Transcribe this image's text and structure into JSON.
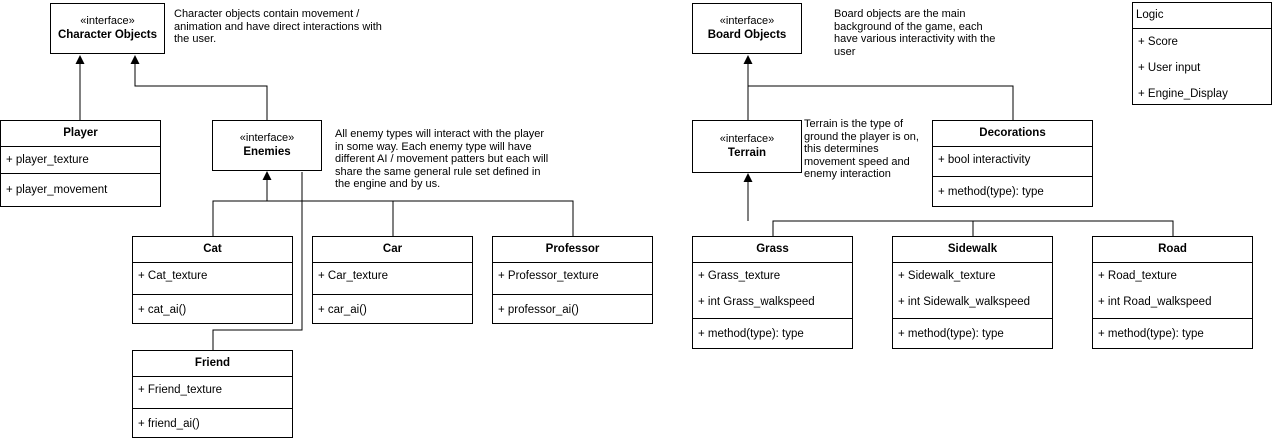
{
  "stereotype": "«interface»",
  "character_objects": {
    "name": "Character Objects"
  },
  "enemies": {
    "name": "Enemies"
  },
  "board_objects": {
    "name": "Board Objects"
  },
  "terrain": {
    "name": "Terrain"
  },
  "player": {
    "name": "Player",
    "attributes": [
      "+ player_texture"
    ],
    "methods": [
      "+ player_movement"
    ]
  },
  "cat": {
    "name": "Cat",
    "attributes": [
      "+ Cat_texture"
    ],
    "methods": [
      "+ cat_ai()"
    ]
  },
  "car": {
    "name": "Car",
    "attributes": [
      "+ Car_texture"
    ],
    "methods": [
      "+ car_ai()"
    ]
  },
  "professor": {
    "name": "Professor",
    "attributes": [
      "+ Professor_texture"
    ],
    "methods": [
      "+ professor_ai()"
    ]
  },
  "friend": {
    "name": "Friend",
    "attributes": [
      "+ Friend_texture"
    ],
    "methods": [
      "+ friend_ai()"
    ]
  },
  "decorations": {
    "name": "Decorations",
    "attributes": [
      "+ bool interactivity"
    ],
    "methods": [
      "+ method(type): type"
    ]
  },
  "grass": {
    "name": "Grass",
    "attributes": [
      "+ Grass_texture",
      "+ int Grass_walkspeed"
    ],
    "methods": [
      "+ method(type): type"
    ]
  },
  "sidewalk": {
    "name": "Sidewalk",
    "attributes": [
      "+ Sidewalk_texture",
      "+ int Sidewalk_walkspeed"
    ],
    "methods": [
      "+ method(type): type"
    ]
  },
  "road": {
    "name": "Road",
    "attributes": [
      "+ Road_texture",
      "+ int Road_walkspeed"
    ],
    "methods": [
      "+ method(type): type"
    ]
  },
  "logic": {
    "title": "Logic",
    "items": [
      "+ Score",
      "+ User input",
      "+ Engine_Display"
    ]
  },
  "notes": {
    "character": [
      "Character objects contain movement /",
      "animation and have direct interactions with",
      "the user."
    ],
    "enemies": [
      "All enemy types will interact with the player",
      "in some way. Each enemy type will have",
      "different AI / movement patters but each will",
      "share the same general rule set defined in",
      "the engine and by us."
    ],
    "board": [
      "Board objects are the main",
      "background of the game, each",
      "have various interactivity with the",
      "user"
    ],
    "terrain": [
      "Terrain is the type of",
      "ground the player is on,",
      "this determines",
      "movement speed and",
      "enemy interaction"
    ]
  }
}
